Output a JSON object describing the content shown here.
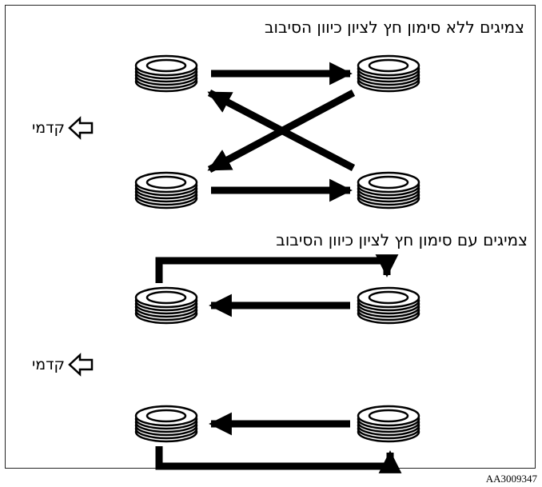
{
  "sections": {
    "non_directional": {
      "title": "צמיגים ללא סימון חץ לציון כיוון הסיבוב",
      "front_label": "קדמי"
    },
    "directional": {
      "title": "צמיגים עם סימון חץ לציון כיוון הסיבוב",
      "front_label": "קדמי"
    }
  },
  "figure_code": "AA3009347",
  "icons": {
    "tire": "tire-icon",
    "front_arrow": "outline-arrow-left-icon"
  }
}
